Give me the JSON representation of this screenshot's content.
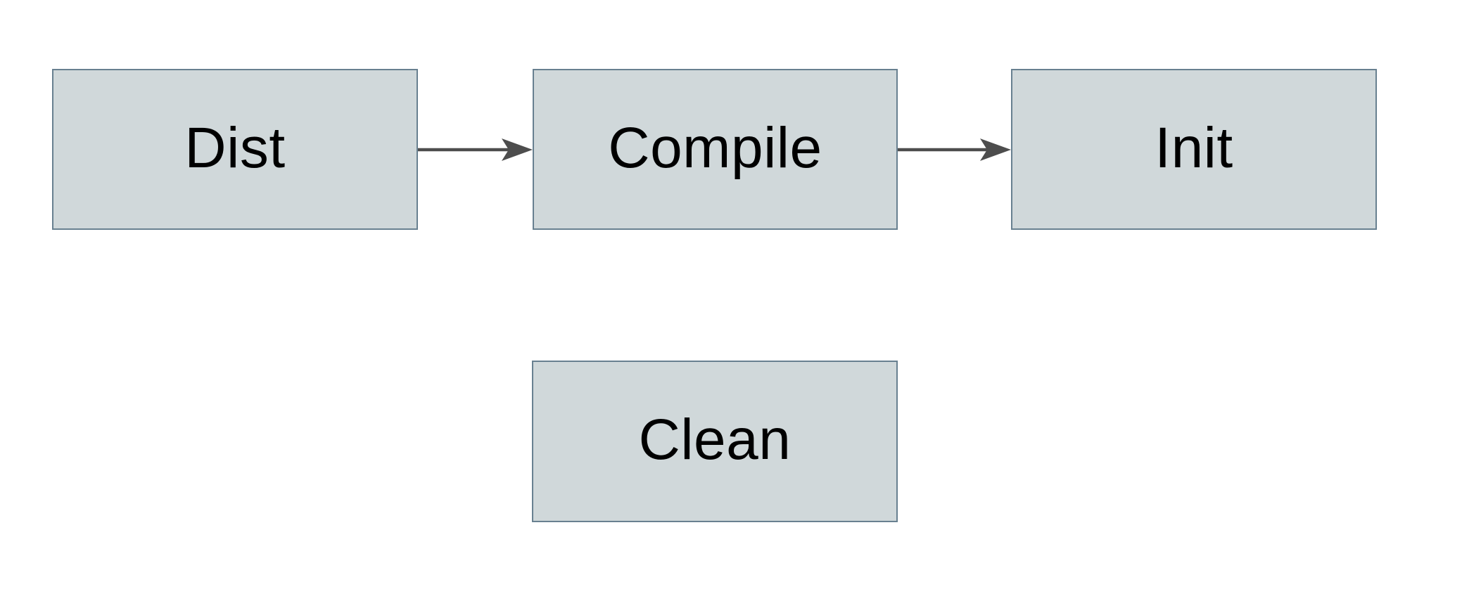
{
  "diagram": {
    "type": "flowchart",
    "colors": {
      "canvas_bg": "#ffffff",
      "node_fill": "#d0d8da",
      "node_border": "#688090",
      "arrow_color": "#4d4d4d",
      "text_color": "#000000"
    },
    "nodes": [
      {
        "id": "dist",
        "label": "Dist"
      },
      {
        "id": "compile",
        "label": "Compile"
      },
      {
        "id": "init",
        "label": "Init"
      },
      {
        "id": "clean",
        "label": "Clean"
      }
    ],
    "edges": [
      {
        "from": "Dist",
        "to": "Compile",
        "style": "arrow-right"
      },
      {
        "from": "Compile",
        "to": "Init",
        "style": "arrow-right"
      }
    ]
  }
}
